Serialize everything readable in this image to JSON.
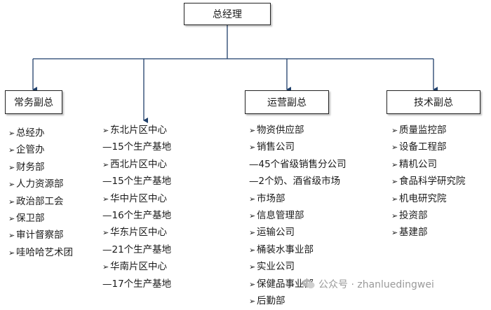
{
  "top": {
    "title": "总经理"
  },
  "branches": {
    "changwu": {
      "title": "常务副总"
    },
    "yunying": {
      "title": "运营副总"
    },
    "jishu": {
      "title": "技术副总"
    }
  },
  "marker": "➢",
  "lists": {
    "changwu": [
      {
        "m": true,
        "text": "总经办"
      },
      {
        "m": true,
        "text": "企管办"
      },
      {
        "m": true,
        "text": "财务部"
      },
      {
        "m": true,
        "text": "人力资源部"
      },
      {
        "m": true,
        "text": "政治部工会"
      },
      {
        "m": true,
        "text": "保卫部"
      },
      {
        "m": true,
        "text": "审计督察部"
      },
      {
        "m": true,
        "text": "哇哈哈艺术团"
      }
    ],
    "regions": [
      {
        "m": true,
        "text": "东北片区中心"
      },
      {
        "m": false,
        "text": "—15个生产基地"
      },
      {
        "m": true,
        "text": "西北片区中心"
      },
      {
        "m": false,
        "text": "—15个生产基地"
      },
      {
        "m": true,
        "text": "华中片区中心"
      },
      {
        "m": false,
        "text": "—16个生产基地"
      },
      {
        "m": true,
        "text": "华东片区中心"
      },
      {
        "m": false,
        "text": "—21个生产基地"
      },
      {
        "m": true,
        "text": "华南片区中心"
      },
      {
        "m": false,
        "text": "—17个生产基地"
      }
    ],
    "yunying": [
      {
        "m": true,
        "text": "物资供应部"
      },
      {
        "m": true,
        "text": "销售公司"
      },
      {
        "m": false,
        "text": "—45个省级销售分公司"
      },
      {
        "m": false,
        "text": "—2个奶、酒省级市场"
      },
      {
        "m": true,
        "text": "市场部"
      },
      {
        "m": true,
        "text": "信息管理部"
      },
      {
        "m": true,
        "text": "运输公司"
      },
      {
        "m": true,
        "text": "桶装水事业部"
      },
      {
        "m": true,
        "text": "实业公司"
      },
      {
        "m": true,
        "text": "保健品事业部"
      },
      {
        "m": true,
        "text": "后勤部"
      }
    ],
    "jishu": [
      {
        "m": true,
        "text": "质量监控部"
      },
      {
        "m": true,
        "text": "设备工程部"
      },
      {
        "m": true,
        "text": "精机公司"
      },
      {
        "m": true,
        "text": "食品科学研究院"
      },
      {
        "m": true,
        "text": "机电研究院"
      },
      {
        "m": true,
        "text": "投资部"
      },
      {
        "m": true,
        "text": "基建部"
      }
    ]
  },
  "watermark": {
    "text": "公众号 · zhanluedingwei",
    "icon": "wechat-icon"
  },
  "colors": {
    "connector": "#1f3f6a",
    "box_border": "#222222",
    "watermark": "#9a9a9a"
  }
}
